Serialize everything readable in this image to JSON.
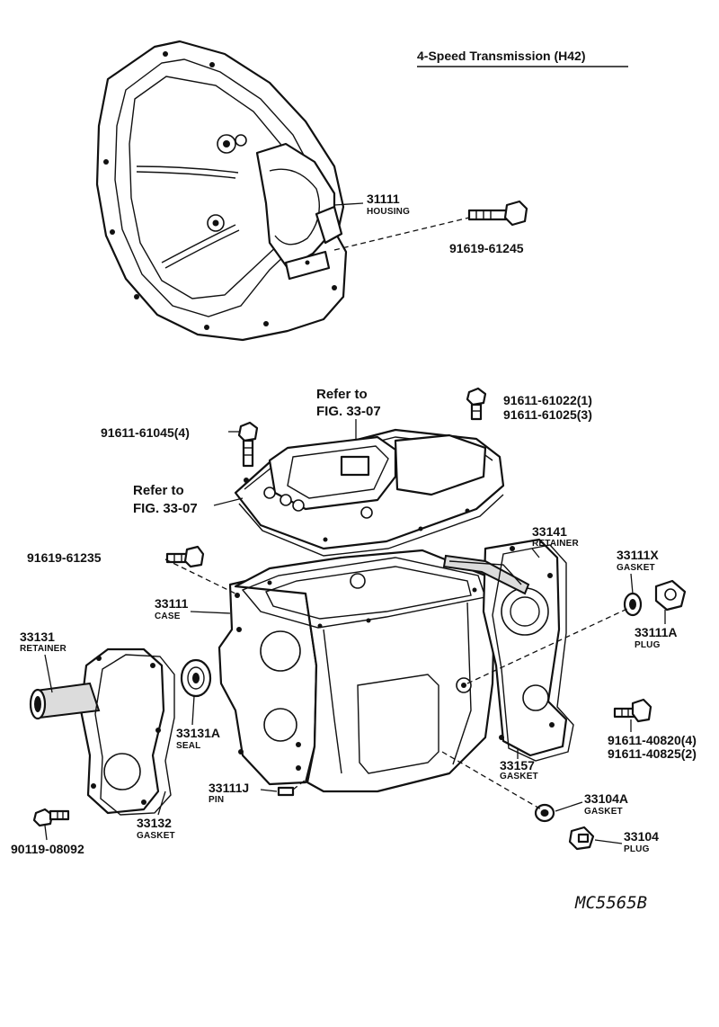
{
  "title": "4-Speed  Transmission (H42)",
  "diagram_code": "MC5565B",
  "references": [
    {
      "line1": "Refer to",
      "line2": "FIG. 33-07"
    },
    {
      "line1": "Refer to",
      "line2": "FIG. 33-07"
    }
  ],
  "parts": [
    {
      "number": "31111",
      "name": "HOUSING"
    },
    {
      "number": "91619-61245",
      "name": ""
    },
    {
      "number": "91611-61022(1)",
      "name": ""
    },
    {
      "number": "91611-61025(3)",
      "name": ""
    },
    {
      "number": "91611-61045(4)",
      "name": ""
    },
    {
      "number": "91619-61235",
      "name": ""
    },
    {
      "number": "33141",
      "name": "RETAINER"
    },
    {
      "number": "33111X",
      "name": "GASKET"
    },
    {
      "number": "33111A",
      "name": "PLUG"
    },
    {
      "number": "33111",
      "name": "CASE"
    },
    {
      "number": "33131",
      "name": "RETAINER"
    },
    {
      "number": "33131A",
      "name": "SEAL"
    },
    {
      "number": "91611-40820(4)",
      "name": ""
    },
    {
      "number": "91611-40825(2)",
      "name": ""
    },
    {
      "number": "33157",
      "name": "GASKET"
    },
    {
      "number": "33111J",
      "name": "PIN"
    },
    {
      "number": "33104A",
      "name": "GASKET"
    },
    {
      "number": "33132",
      "name": "GASKET"
    },
    {
      "number": "33104",
      "name": "PLUG"
    },
    {
      "number": "90119-08092",
      "name": ""
    }
  ]
}
